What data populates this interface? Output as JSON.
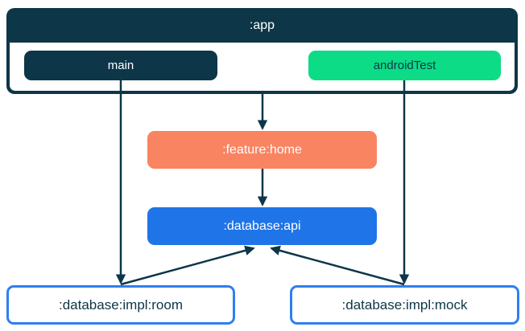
{
  "diagram": {
    "nodes": {
      "app": {
        "label": ":app"
      },
      "main": {
        "label": "main"
      },
      "android_test": {
        "label": "androidTest"
      },
      "feature_home": {
        "label": ":feature:home"
      },
      "database_api": {
        "label": ":database:api"
      },
      "database_impl_room": {
        "label": ":database:impl:room"
      },
      "database_impl_mock": {
        "label": ":database:impl:mock"
      }
    },
    "edges": [
      {
        "from": "app",
        "to": "feature_home"
      },
      {
        "from": "main",
        "to": "database_impl_room"
      },
      {
        "from": "android_test",
        "to": "database_impl_mock"
      },
      {
        "from": "feature_home",
        "to": "database_api"
      },
      {
        "from": "database_impl_room",
        "to": "database_api"
      },
      {
        "from": "database_impl_mock",
        "to": "database_api"
      }
    ],
    "colors": {
      "navy": "#0D3648",
      "green": "#0CDC86",
      "coral": "#F98462",
      "blue": "#1F74E8",
      "box_border_blue": "#2E7FF0",
      "arrow": "#0D3648",
      "background": "#FFFFFF"
    }
  }
}
